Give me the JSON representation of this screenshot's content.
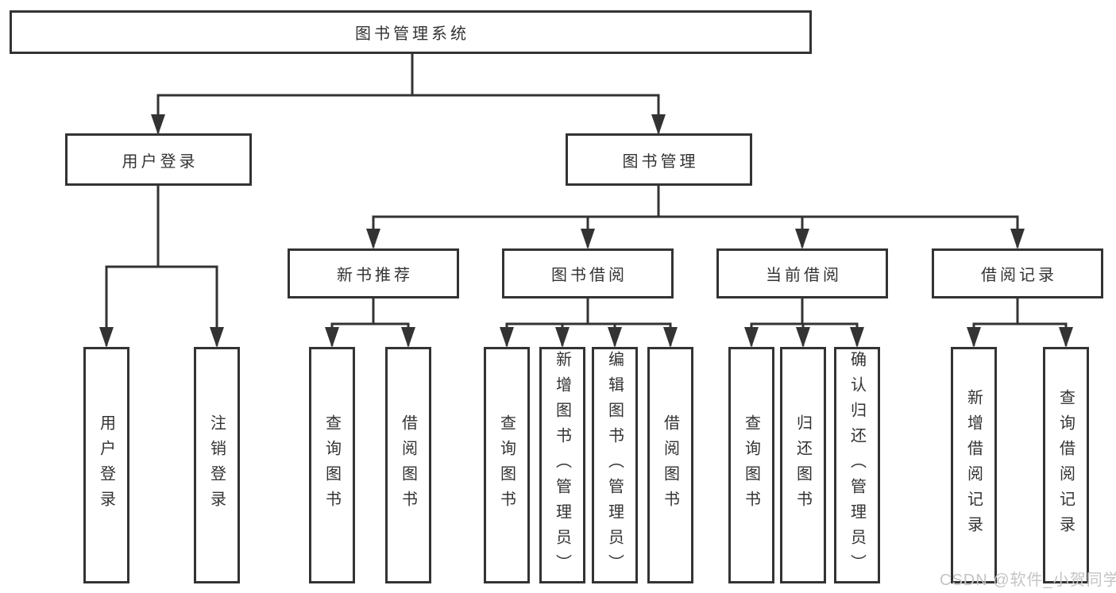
{
  "tree": {
    "label": "图书管理系统",
    "children": [
      {
        "label": "用户登录",
        "children": [
          {
            "label": "用户登录"
          },
          {
            "label": "注销登录"
          }
        ]
      },
      {
        "label": "图书管理",
        "children": [
          {
            "label": "新书推荐",
            "children": [
              {
                "label": "查询图书"
              },
              {
                "label": "借阅图书"
              }
            ]
          },
          {
            "label": "图书借阅",
            "children": [
              {
                "label": "查询图书"
              },
              {
                "label": "新增图书（管理员）"
              },
              {
                "label": "编辑图书（管理员）"
              },
              {
                "label": "借阅图书"
              }
            ]
          },
          {
            "label": "当前借阅",
            "children": [
              {
                "label": "查询图书"
              },
              {
                "label": "归还图书"
              },
              {
                "label": "确认归还（管理员）"
              }
            ]
          },
          {
            "label": "借阅记录",
            "children": [
              {
                "label": "新增借阅记录"
              },
              {
                "label": "查询借阅记录"
              }
            ]
          }
        ]
      }
    ]
  },
  "watermark": {
    "text": "CSDN @软件_小贺同学"
  },
  "colors": {
    "line": "#333333",
    "text": "#333333",
    "watermark": "#c4c4c4",
    "background": "#ffffff"
  }
}
